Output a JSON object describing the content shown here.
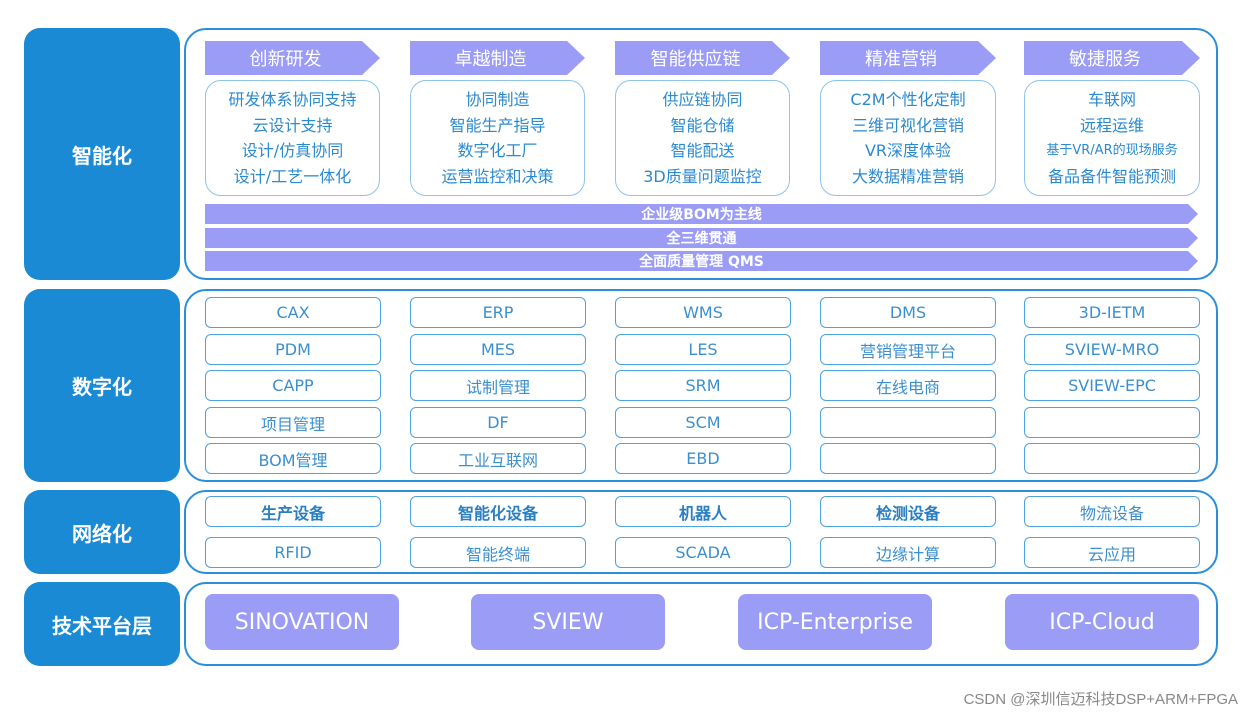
{
  "layers": {
    "intelligent": "智能化",
    "digital": "数字化",
    "network": "网络化",
    "platform": "技术平台层"
  },
  "intelligent": {
    "columns": [
      {
        "title": "创新研发",
        "items": [
          "研发体系协同支持",
          "云设计支持",
          "设计/仿真协同",
          "设计/工艺一体化"
        ]
      },
      {
        "title": "卓越制造",
        "items": [
          "协同制造",
          "智能生产指导",
          "数字化工厂",
          "运营监控和决策"
        ]
      },
      {
        "title": "智能供应链",
        "items": [
          "供应链协同",
          "智能仓储",
          "智能配送",
          "3D质量问题监控"
        ]
      },
      {
        "title": "精准营销",
        "items": [
          "C2M个性化定制",
          "三维可视化营销",
          "VR深度体验",
          "大数据精准营销"
        ]
      },
      {
        "title": "敏捷服务",
        "items": [
          "车联网",
          "远程运维",
          "基于VR/AR的现场服务",
          "备品备件智能预测"
        ]
      }
    ],
    "banners": [
      "企业级BOM为主线",
      "全三维贯通",
      "全面质量管理 QMS"
    ]
  },
  "digital": {
    "columns": [
      [
        "CAX",
        "PDM",
        "CAPP",
        "项目管理",
        "BOM管理"
      ],
      [
        "ERP",
        "MES",
        "试制管理",
        "DF",
        "工业互联网"
      ],
      [
        "WMS",
        "LES",
        "SRM",
        "SCM",
        "EBD"
      ],
      [
        "DMS",
        "营销管理平台",
        "在线电商",
        "",
        ""
      ],
      [
        "3D-IETM",
        "SVIEW-MRO",
        "SVIEW-EPC",
        "",
        ""
      ]
    ]
  },
  "network": {
    "row1": [
      "生产设备",
      "智能化设备",
      "机器人",
      "检测设备",
      "物流设备"
    ],
    "row2": [
      "RFID",
      "智能终端",
      "SCADA",
      "边缘计算",
      "云应用"
    ]
  },
  "platforms": [
    "SINOVATION",
    "SVIEW",
    "ICP-Enterprise",
    "ICP-Cloud"
  ],
  "watermark": "CSDN @深圳信迈科技DSP+ARM+FPGA",
  "colors": {
    "label_blue": "#1a8ad4",
    "frame_blue": "#2a8fd8",
    "purple": "#9a9cf5"
  }
}
